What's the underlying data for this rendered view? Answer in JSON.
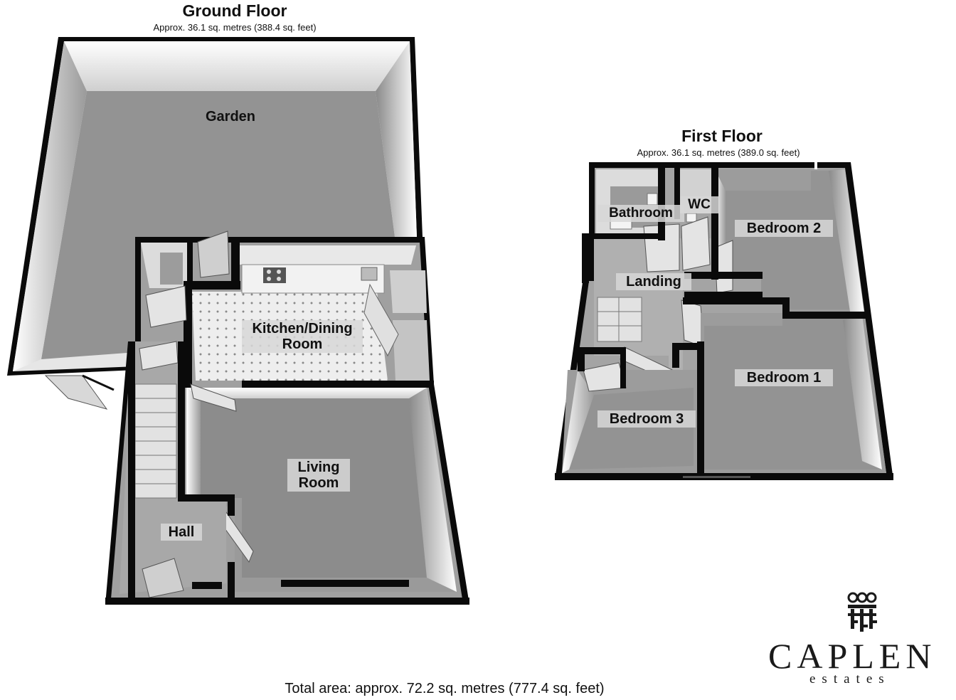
{
  "ground_floor": {
    "title": "Ground Floor",
    "area": "Approx. 36.1 sq. metres (388.4 sq. feet)",
    "rooms": {
      "garden": "Garden",
      "kitchen_line1": "Kitchen/Dining",
      "kitchen_line2": "Room",
      "living_line1": "Living",
      "living_line2": "Room",
      "hall": "Hall"
    }
  },
  "first_floor": {
    "title": "First Floor",
    "area": "Approx. 36.1 sq. metres (389.0 sq. feet)",
    "rooms": {
      "bathroom": "Bathroom",
      "wc": "WC",
      "bedroom2": "Bedroom 2",
      "landing": "Landing",
      "bedroom1": "Bedroom 1",
      "bedroom3": "Bedroom 3"
    }
  },
  "total_area": "Total area: approx. 72.2 sq. metres (777.4 sq. feet)",
  "brand": {
    "name": "CAPLEN",
    "sub": "estates",
    "logo_icon": "keys-logo-icon"
  },
  "colors": {
    "wall": "#0a0a0a",
    "floor": "#8f8f8f",
    "wall_face": "#e9e9e9",
    "tile": "#eeeeee"
  }
}
